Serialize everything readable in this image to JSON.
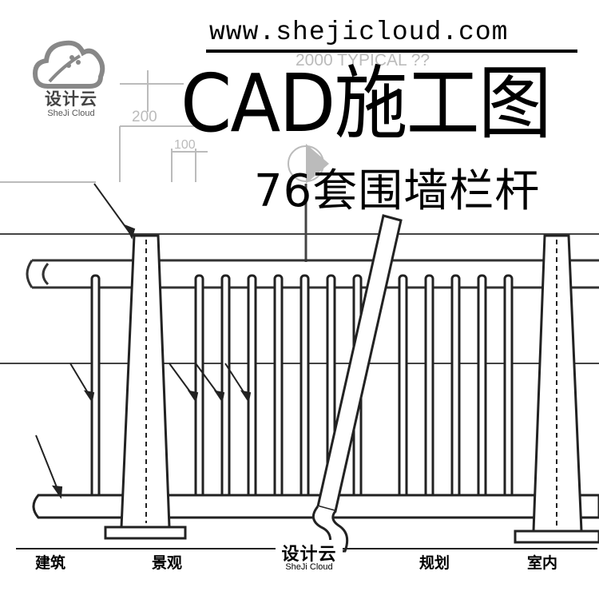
{
  "header": {
    "url": "www.shejicloud.com",
    "title": "CAD施工图",
    "subtitle": "76套围墙栏杆"
  },
  "logo": {
    "name_cn": "设计云",
    "name_en": "SheJi Cloud"
  },
  "drawing": {
    "dimension_labels": [
      "2000 TYPICAL ??",
      "200",
      "100"
    ]
  },
  "footer": {
    "brand_cn": "设计云",
    "brand_en": "SheJi Cloud",
    "categories": [
      "建筑",
      "景观",
      "规划",
      "室内"
    ]
  },
  "colors": {
    "ink": "#000000",
    "faint_ink": "#bbbbbb",
    "logo_gray": "#888888"
  }
}
